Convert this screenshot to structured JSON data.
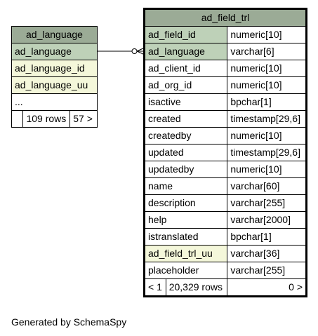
{
  "left_table": {
    "name": "ad_language",
    "columns": [
      {
        "name": "ad_language",
        "kind": "pk"
      },
      {
        "name": "ad_language_id",
        "kind": "fk"
      },
      {
        "name": "ad_language_uu",
        "kind": "fk"
      },
      {
        "name": "...",
        "kind": "plain"
      }
    ],
    "footer": {
      "left": "",
      "rows": "109 rows",
      "right": "57 >"
    }
  },
  "right_table": {
    "name": "ad_field_trl",
    "columns": [
      {
        "name": "ad_field_id",
        "type": "numeric[10]",
        "kind": "pk"
      },
      {
        "name": "ad_language",
        "type": "varchar[6]",
        "kind": "pk"
      },
      {
        "name": "ad_client_id",
        "type": "numeric[10]",
        "kind": "plain"
      },
      {
        "name": "ad_org_id",
        "type": "numeric[10]",
        "kind": "plain"
      },
      {
        "name": "isactive",
        "type": "bpchar[1]",
        "kind": "plain"
      },
      {
        "name": "created",
        "type": "timestamp[29,6]",
        "kind": "plain"
      },
      {
        "name": "createdby",
        "type": "numeric[10]",
        "kind": "plain"
      },
      {
        "name": "updated",
        "type": "timestamp[29,6]",
        "kind": "plain"
      },
      {
        "name": "updatedby",
        "type": "numeric[10]",
        "kind": "plain"
      },
      {
        "name": "name",
        "type": "varchar[60]",
        "kind": "plain"
      },
      {
        "name": "description",
        "type": "varchar[255]",
        "kind": "plain"
      },
      {
        "name": "help",
        "type": "varchar[2000]",
        "kind": "plain"
      },
      {
        "name": "istranslated",
        "type": "bpchar[1]",
        "kind": "plain"
      },
      {
        "name": "ad_field_trl_uu",
        "type": "varchar[36]",
        "kind": "fk"
      },
      {
        "name": "placeholder",
        "type": "varchar[255]",
        "kind": "plain"
      }
    ],
    "footer": {
      "left": "< 1",
      "rows": "20,329 rows",
      "right": "0 >"
    }
  },
  "footer_text": "Generated by SchemaSpy",
  "colors": {
    "title_bg": "#9bab96",
    "pk_bg": "#bed1b8",
    "fk_bg": "#f4f7da",
    "line": "#000000"
  }
}
